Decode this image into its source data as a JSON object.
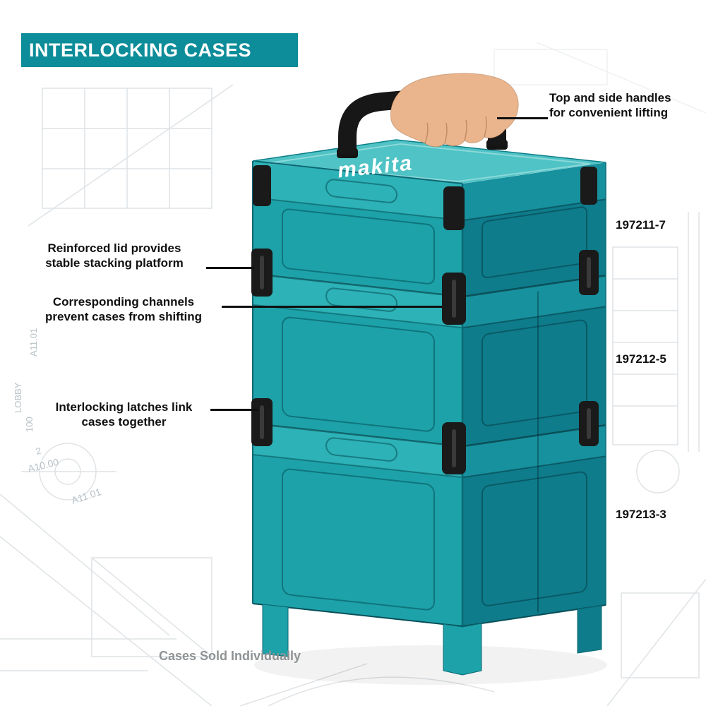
{
  "header": {
    "title": "INTERLOCKING CASES"
  },
  "callouts": {
    "handles": {
      "line1": "Top and side handles",
      "line2": "for convenient lifting"
    },
    "lid": {
      "line1": "Reinforced lid provides",
      "line2": "stable stacking platform"
    },
    "channels": {
      "line1": "Corresponding channels",
      "line2": "prevent cases from shifting"
    },
    "latches": {
      "line1": "Interlocking latches link",
      "line2": "cases together"
    }
  },
  "models": {
    "top": "197211-7",
    "middle": "197212-5",
    "bottom": "197213-3"
  },
  "footer": {
    "note": "Cases Sold Individually"
  },
  "brand": {
    "logo": "makita"
  },
  "background_labels": {
    "l1": "A11.01",
    "l2": "A10.00",
    "l3": "LOBBY",
    "l4": "100",
    "l5": "2"
  },
  "colors": {
    "header_bg": "#0d8c99",
    "case_front": "#1da2a9",
    "case_front_light": "#2cb2b7",
    "case_side": "#0e7c8b",
    "case_side_light": "#17919e",
    "case_top": "#4fc3c5",
    "latch_black": "#1a1a1a",
    "hand_skin": "#eab48c",
    "text_dark": "#101010",
    "note_gray": "#8f9294"
  }
}
